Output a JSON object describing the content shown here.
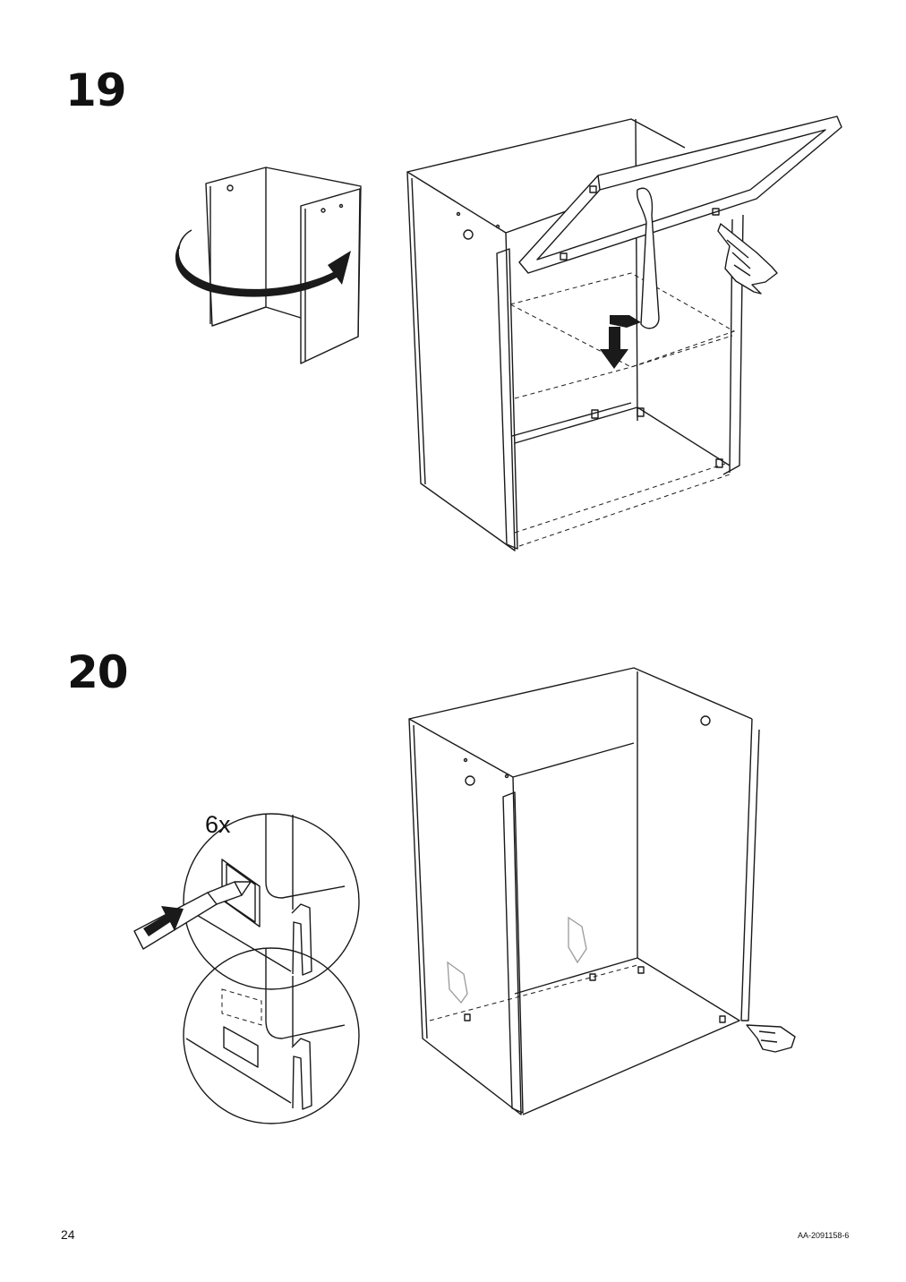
{
  "steps": [
    {
      "number": "19"
    },
    {
      "number": "20",
      "quantity_label": "6x"
    }
  ],
  "footer": {
    "page_number": "24",
    "document_id": "AA-2091158-6"
  }
}
